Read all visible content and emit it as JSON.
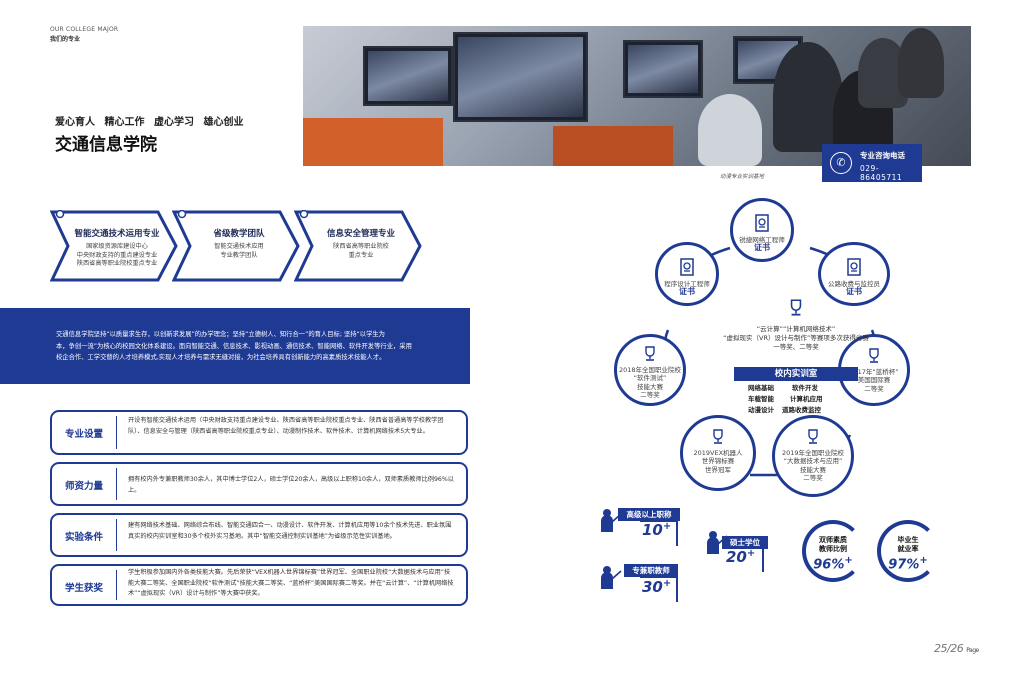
{
  "header": {
    "en": "OUR COLLEGE MAJOR",
    "cn": "我们的专业",
    "motto": "爱心育人  精心工作  虚心学习  雄心创业",
    "college": "交通信息学院"
  },
  "hotline": {
    "title": "专业咨询电话",
    "number": "029-86405711"
  },
  "photo_caption": "动漫专业实训基地",
  "chevrons": [
    {
      "title": "智能交通技术运用专业",
      "lines": [
        "国家级资源库建设中心",
        "中央财政支持的重点建设专业",
        "陕西省高等职业院校重点专业"
      ]
    },
    {
      "title": "省级教学团队",
      "lines": [
        "智能交通技术应用",
        "专业教学团队"
      ]
    },
    {
      "title": "信息安全管理专业",
      "lines": [
        "陕西省高等职业院校",
        "重点专业"
      ]
    }
  ],
  "intro": {
    "line1": "交通信息学院坚持“以质量求生存，以创新求发展”的办学理念；坚持“立德树人、知行合一”的育人目标;   坚持“以学生为",
    "line2": "本，争创一流”为核心的校园文化体系建设。面向智能交通、信息技术、影视动画、通信技术、智能网络、软件开发等行业，采用",
    "line3": "校企合作、工学交替的人才培养模式,实现人才培养与需求无缝对接，为社会培养具有创新能力的高素质技术技能人才。"
  },
  "info_rows": [
    {
      "label": "专业设置",
      "text": "开设有智能交通技术运用（中央财政支持重点建设专业、陕西省高等职业院校重点专业、陕西省普通高等学校教学团队）、信息安全与管理（陕西省高等职业院校重点专业）、动漫制作技术、软件技术、计算机网络技术5大专业。"
    },
    {
      "label": "师资力量",
      "text": "拥有校内外专兼职教师30余人，其中博士学位2人，硕士学位20余人，高级以上职称10余人，双师素质教师比例96%以上。"
    },
    {
      "label": "实验条件",
      "text": "建有网络技术基础、网络综合布线、智能交通四合一、动漫设计、软件开发、计算机应用等10余个技术先进、职业氛围真实的校内实训室和30多个校外实习基地。其中“智能交通控制实训基地”为省级示范性实训基地。"
    },
    {
      "label": "学生获奖",
      "text": "学生积极参加国内外各类技能大赛。先后荣获“VEX机器人世界锦标赛”世界冠军、全国职业院校“大数据技术与应用”技能大赛二等奖、全国职业院校“软件测试”技能大赛二等奖、“蓝桥杯”美国国际赛二等奖。并在“云计算”、“计算机网络技术”“虚拟现实（VR）设计与制作”等大赛中获奖。"
    }
  ],
  "cycle": {
    "top": {
      "text": "锐捷网络工程师",
      "cert": "证书"
    },
    "left_cert": {
      "text": "程序设计工程师",
      "cert": "证书"
    },
    "right_cert": {
      "text": "公路收费与监控员",
      "cert": "证书"
    },
    "left_award": {
      "lines": [
        "2018年全国职业院校",
        "“软件测试”",
        "技能大赛",
        "二等奖"
      ]
    },
    "right_award": {
      "lines": [
        "2017年“蓝桥杯”",
        "美国国际赛",
        "二等奖"
      ]
    },
    "bottom_left": {
      "lines": [
        "2019VEX机器人",
        "世界锦标赛",
        "世界冠军"
      ]
    },
    "bottom_right": {
      "lines": [
        "2019年全国职业院校",
        "“大数据技术与应用”",
        "技能大赛",
        "二等奖"
      ]
    },
    "center_lines": [
      "“云计算”“计算机网络技术”",
      "“虚拟现实（VR）设计与制作”等赛项多次获得省赛",
      "一等奖、二等奖"
    ],
    "lab_title": "校内实训室",
    "labs": [
      "网络基础",
      "软件开发",
      "车载智能",
      "计算机应用",
      "动漫设计",
      "道路收费监控"
    ]
  },
  "stats": {
    "senior": {
      "label": "高级以上职称",
      "value": "10"
    },
    "parttime": {
      "label": "专兼职教师",
      "value": "30"
    },
    "master": {
      "label": "硕士学位",
      "value": "20"
    },
    "dual_label": [
      "双师素质",
      "教师比例"
    ],
    "dual_value": "96%",
    "employ_label": [
      "毕业生",
      "就业率"
    ],
    "employ_value": "97%",
    "plus": "+"
  },
  "page": {
    "number": "25/26",
    "word": "Page"
  }
}
